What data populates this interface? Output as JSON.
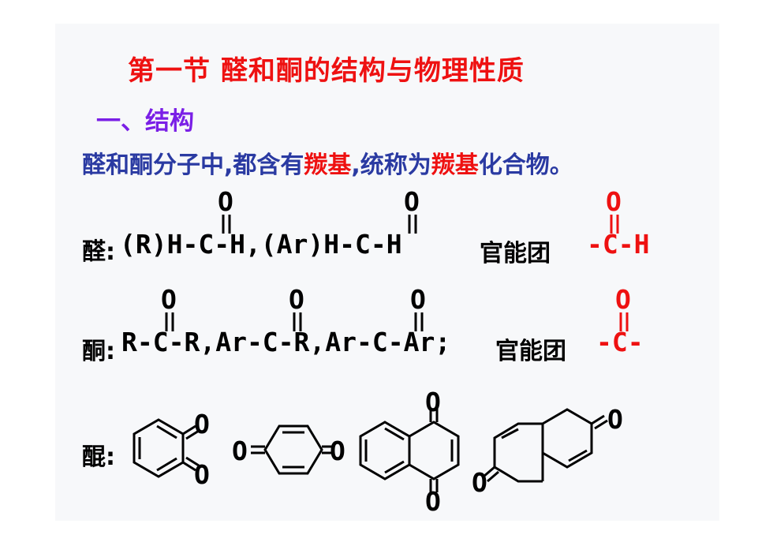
{
  "title": "第一节 醛和酮的结构与物理性质",
  "section": "一、结构",
  "intro": {
    "part1": "醛和酮分子中,都含有",
    "term1": "羰基",
    "part2": ",统称为",
    "term2": "羰基",
    "part3": "化合物。"
  },
  "aldehyde": {
    "label": "醛:",
    "formula": "(R)H-C-H,(Ar)H-C-H",
    "group_label": "官能团",
    "group": "-C-H",
    "oxygen": "O"
  },
  "ketone": {
    "label": "酮:",
    "formula": "R-C-R,Ar-C-R,Ar-C-Ar;",
    "group_label": "官能团",
    "group": "-C-",
    "oxygen": "O"
  },
  "quinone": {
    "label": "醌:",
    "oxygen": "O"
  },
  "colors": {
    "accent_red": "#ee1111",
    "section_purple": "#7a1fe6",
    "intro_blue": "#2a3aa2"
  }
}
